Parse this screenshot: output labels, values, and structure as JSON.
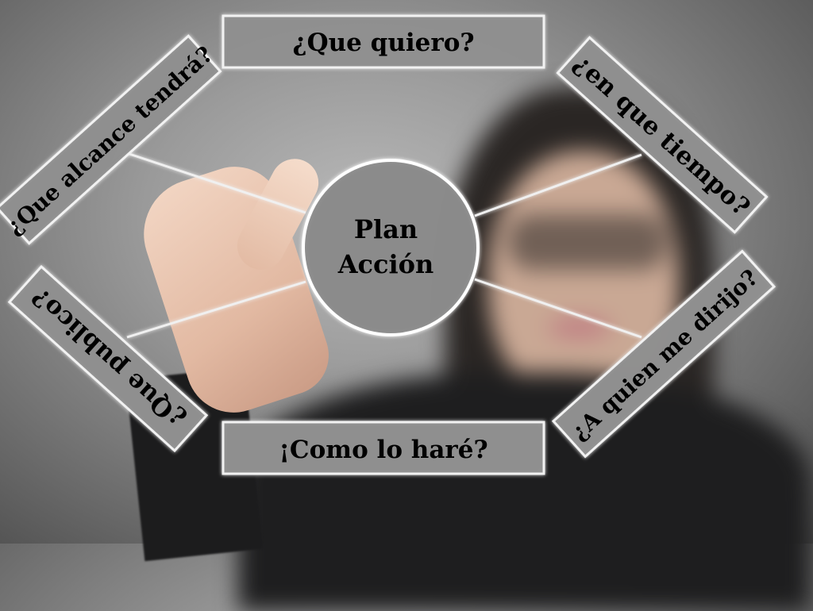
{
  "center": {
    "line1": "Plan",
    "line2": "Acción"
  },
  "nodes": [
    {
      "id": "que-quiero",
      "label": "¿Que quiero?"
    },
    {
      "id": "en-que-tiempo",
      "label": "¿en que tiempo?"
    },
    {
      "id": "a-quien-me-dirijo",
      "label": "¿A quien me dirijo?"
    },
    {
      "id": "como-lo-hare",
      "label": "¡Como lo haré?"
    },
    {
      "id": "que-publico",
      "label": "¿Que publico?"
    },
    {
      "id": "que-alcance-tendra",
      "label": "¿Que alcance tendrá?"
    }
  ],
  "colors": {
    "box_fill": "#8f8f8f",
    "box_border": "#f2f2f2",
    "circle_fill": "#8b8b8b",
    "circle_border": "#ffffff",
    "connector": "#f0f0f0",
    "text": "#000000"
  }
}
